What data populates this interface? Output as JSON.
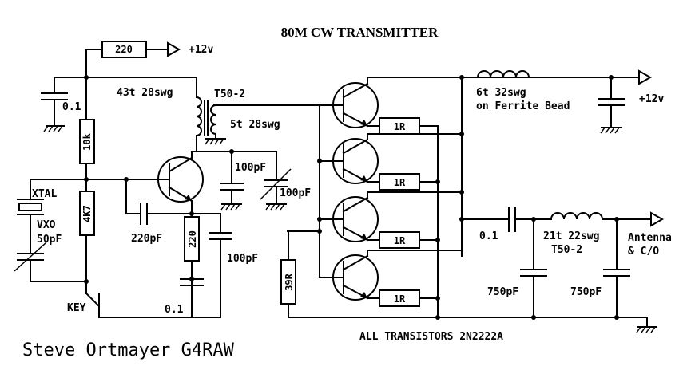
{
  "title": "80M CW TRANSMITTER",
  "author": "Steve Ortmayer   G4RAW",
  "note": "ALL TRANSISTORS 2N2222A",
  "labels": {
    "supply_top": "+12v",
    "supply_right": "+12v",
    "r_supply": "220",
    "c_decouple": "0.1",
    "xfmr_primary": "43t 28swg",
    "xfmr_core": "T50-2",
    "xfmr_secondary": "5t 28swg",
    "r_bias_top": "10k",
    "r_bias_bottom": "4K7",
    "c_col_fixed": "100pF",
    "c_col_trim": "100pF",
    "xtal": "XTAL",
    "vxo": "VXO",
    "vxo_cap": "50pF",
    "c_feedback": "220pF",
    "r_emitter": "220",
    "c_emitter": "100pF",
    "c_bypass": "0.1",
    "key": "KEY",
    "r_base": "39R",
    "r_pa1": "1R",
    "r_pa2": "1R",
    "r_pa3": "1R",
    "r_pa4": "1R",
    "choke": "6t 32swg",
    "choke_core": "on Ferrite Bead",
    "c_out": "0.1",
    "filter_coil": "21t 22swg",
    "filter_core": "T50-2",
    "output": "Antenna",
    "output2": "& C/O",
    "c_filter1": "750pF",
    "c_filter2": "750pF"
  }
}
